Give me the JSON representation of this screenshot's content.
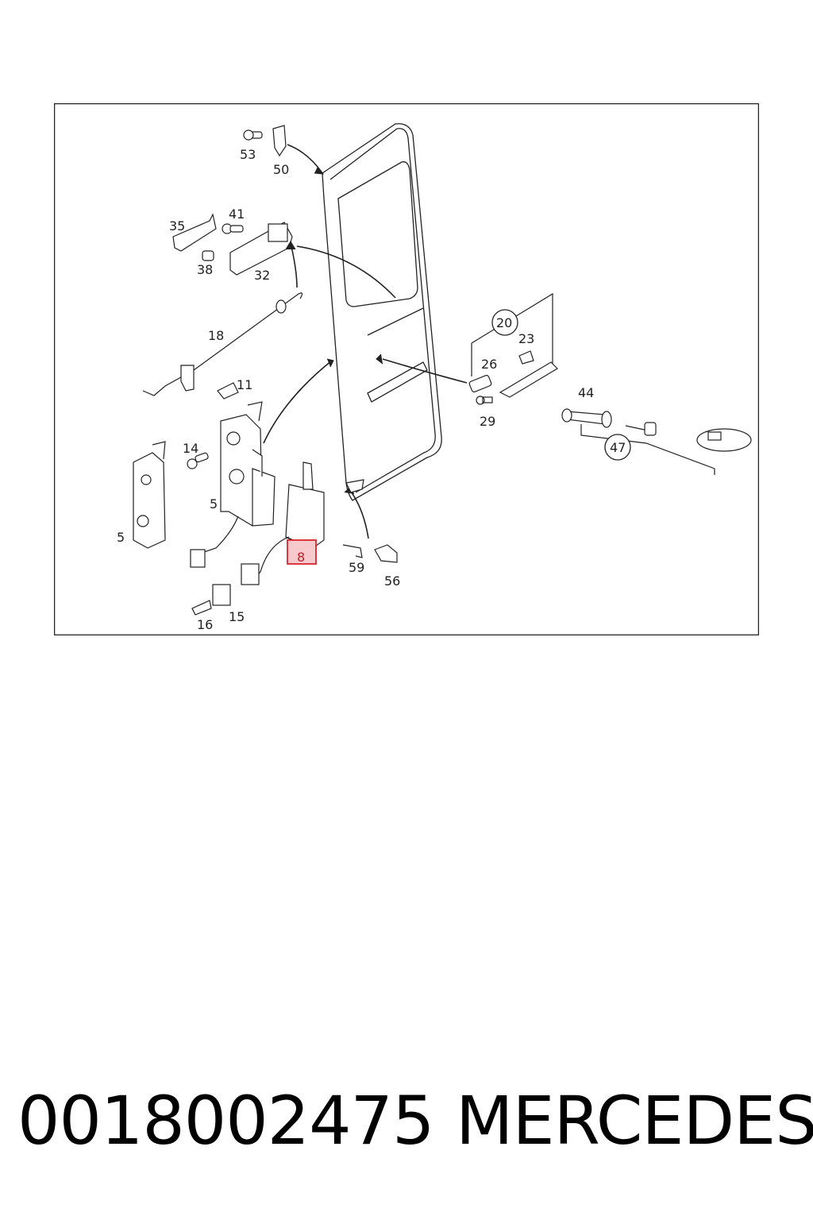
{
  "diagram": {
    "labels": {
      "p53": "53",
      "p50": "50",
      "p41": "41",
      "p35": "35",
      "p38": "38",
      "p32": "32",
      "p18": "18",
      "p11": "11",
      "p14": "14",
      "p5a": "5",
      "p5b": "5",
      "p8": "8",
      "p16": "16",
      "p15": "15",
      "p59": "59",
      "p56": "56",
      "p20": "20",
      "p23": "23",
      "p26": "26",
      "p29": "29",
      "p44": "44",
      "p47": "47"
    },
    "highlighted_part": "8",
    "colors": {
      "line": "#222222",
      "highlight_fill": "#f6c9cc",
      "highlight_stroke": "#d9252e"
    }
  },
  "footer": {
    "part_number": "0018002475",
    "brand": "MERCEDES"
  }
}
